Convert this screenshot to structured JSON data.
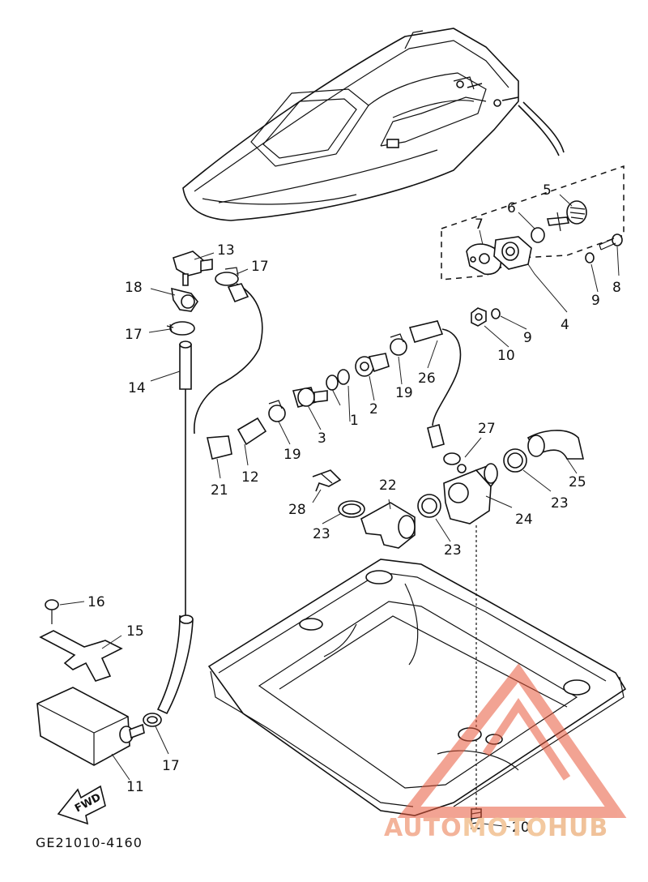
{
  "diagram": {
    "drawing_code": "GE21010-4160",
    "direction_label": "FWD",
    "callouts": [
      "1",
      "2",
      "3",
      "4",
      "5",
      "6",
      "7",
      "8",
      "9",
      "9",
      "10",
      "11",
      "12",
      "13",
      "14",
      "15",
      "16",
      "17",
      "17",
      "17",
      "18",
      "19",
      "19",
      "20",
      "21",
      "22",
      "23",
      "23",
      "23",
      "24",
      "25",
      "26",
      "27",
      "28"
    ]
  },
  "watermark": {
    "part1": "AUTO",
    "part2": "MOTO",
    "part3": "HUB",
    "color": "#e8593c"
  }
}
